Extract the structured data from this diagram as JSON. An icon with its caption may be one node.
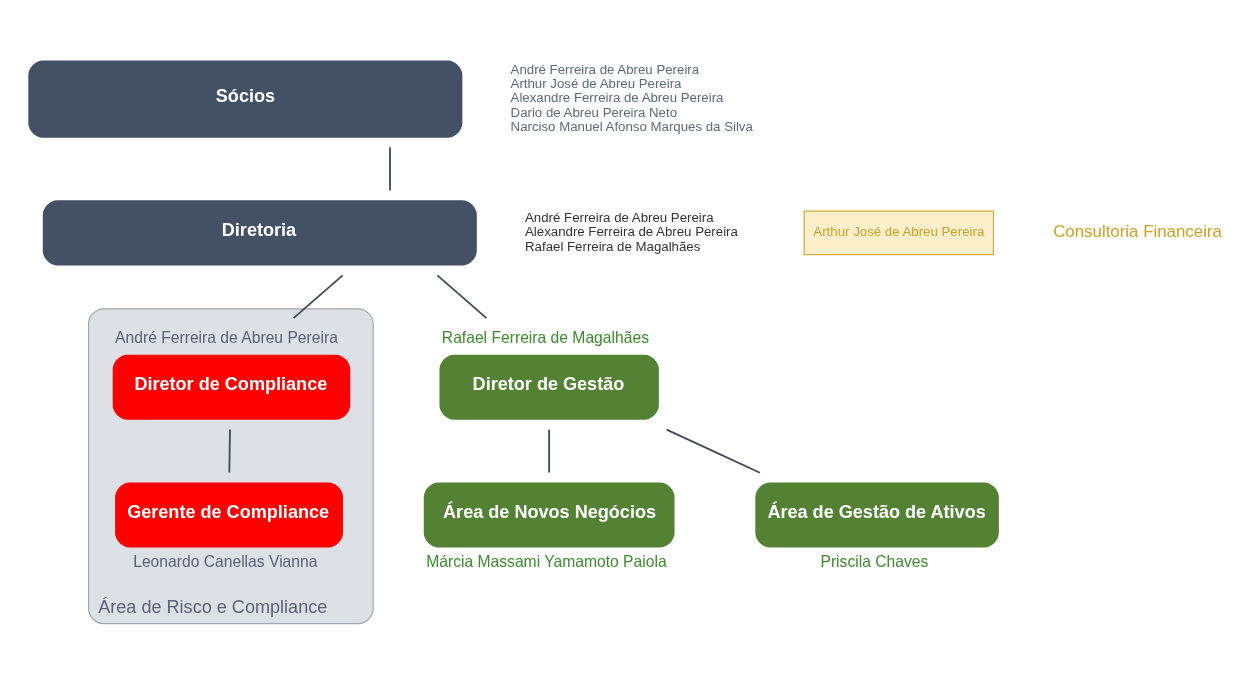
{
  "diagram": {
    "nodes": [
      {
        "text": [
          "Sócios"
        ],
        "beside": [
          "André Ferreira de Abreu Pereira",
          "Arthur José de Abreu Pereira",
          "Alexandre Ferreira de Abreu Pereira",
          "Dario de Abreu Pereira Neto",
          "Narciso Manuel Afonso Marques da Silva"
        ]
      },
      {
        "text": [
          "Diretoria"
        ],
        "beside": [
          "André Ferreira de Abreu Pereira",
          "Alexandre Ferreira de Abreu Pereira",
          "Rafael Ferreira de Magalhães"
        ]
      },
      {
        "text": [
          "Área de Risco e Compliance"
        ]
      },
      {
        "text": [
          "Diretor de Compliance"
        ],
        "in": 2,
        "beside": [
          "André Ferreira de Abreu Pereira"
        ]
      },
      {
        "text": [
          "Gerente de Compliance"
        ],
        "in": 2,
        "beside": [
          "Leonardo Canellas Vianna"
        ]
      },
      {
        "text": [
          "Diretor de Gestão"
        ],
        "beside": [
          "Rafael Ferreira de Magalhães"
        ]
      },
      {
        "text": [
          "Área de Novos Negócios"
        ],
        "beside": [
          "Márcia Massami Yamamoto Paiola"
        ]
      },
      {
        "text": [
          "Área de Gestão de Ativos"
        ],
        "beside": [
          "Priscila Chaves"
        ]
      }
    ],
    "edges": [
      {
        "from": 0,
        "to": 1,
        "arrow": "none"
      },
      {
        "from": 1,
        "to": 3,
        "arrow": "none"
      },
      {
        "from": 1,
        "to": 5,
        "arrow": "none"
      },
      {
        "from": 3,
        "to": 4,
        "arrow": "none"
      },
      {
        "from": 5,
        "to": 6,
        "arrow": "none"
      },
      {
        "from": 5,
        "to": 7,
        "arrow": "none"
      }
    ],
    "labels": [
      "Arthur José de Abreu Pereira",
      "Consultoria Financeira"
    ]
  }
}
